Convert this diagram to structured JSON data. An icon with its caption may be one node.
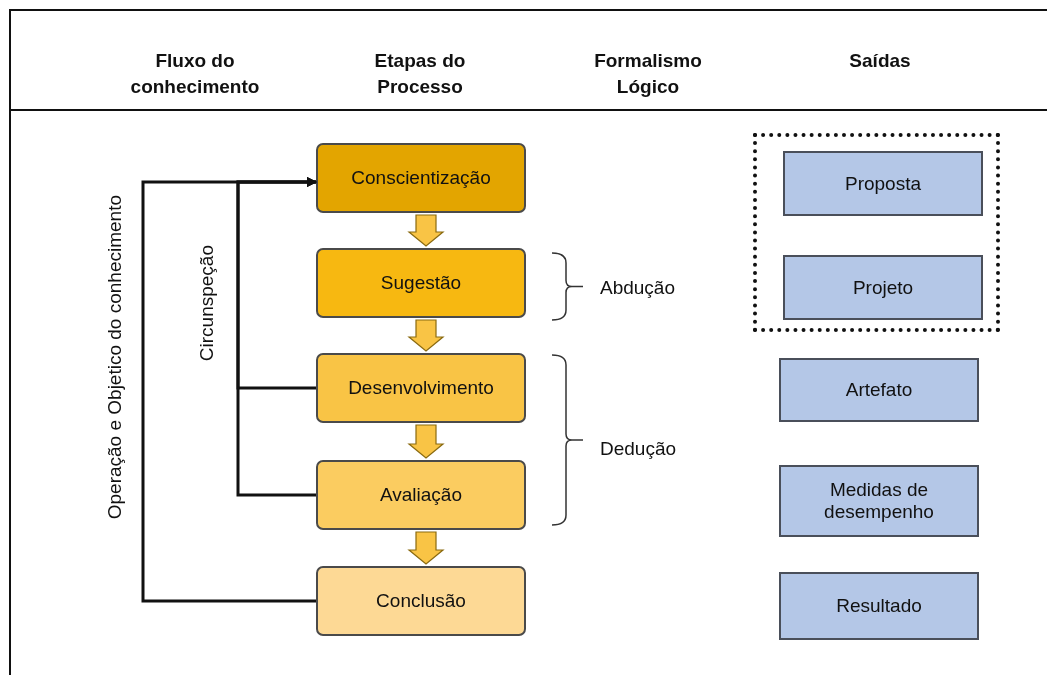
{
  "diagram": {
    "nodes": [
      {
        "text": [
          "Conscientização"
        ]
      },
      {
        "text": [
          "Sugestão"
        ]
      },
      {
        "text": [
          "Desenvolvimento"
        ]
      },
      {
        "text": [
          "Avaliação"
        ]
      },
      {
        "text": [
          "Conclusão"
        ]
      },
      {
        "text": [],
        "shape": "box"
      },
      {
        "text": [
          "Proposta"
        ],
        "in": 5
      },
      {
        "text": [
          "Projeto"
        ],
        "in": 5
      },
      {
        "text": [
          "Artefato"
        ]
      },
      {
        "text": [
          "Medidas de desempenho"
        ]
      },
      {
        "text": [
          "Resultado"
        ]
      }
    ],
    "edges": [
      {
        "from": 0,
        "to": 1,
        "arrow": "to",
        "style": "thick",
        "color": "#f9c445"
      },
      {
        "from": 1,
        "to": 2,
        "arrow": "to",
        "style": "thick",
        "color": "#f9c445"
      },
      {
        "from": 2,
        "to": 3,
        "arrow": "to",
        "style": "thick",
        "color": "#f9c445"
      },
      {
        "from": 3,
        "to": 4,
        "arrow": "to",
        "style": "thick",
        "color": "#f9c445"
      },
      {
        "from": 4,
        "to": 0,
        "arrow": "to"
      },
      {
        "from": 2,
        "to": 0,
        "arrow": "to"
      },
      {
        "from": 3,
        "to": 0,
        "arrow": "to"
      }
    ],
    "labels": [
      "Fluxo do conhecimento",
      "Etapas do Processo",
      "Formalismo Lógico",
      "Saídas",
      "Operação e Objetico do conhecimento",
      "Circunspeção",
      "Abdução",
      "Dedução"
    ]
  }
}
